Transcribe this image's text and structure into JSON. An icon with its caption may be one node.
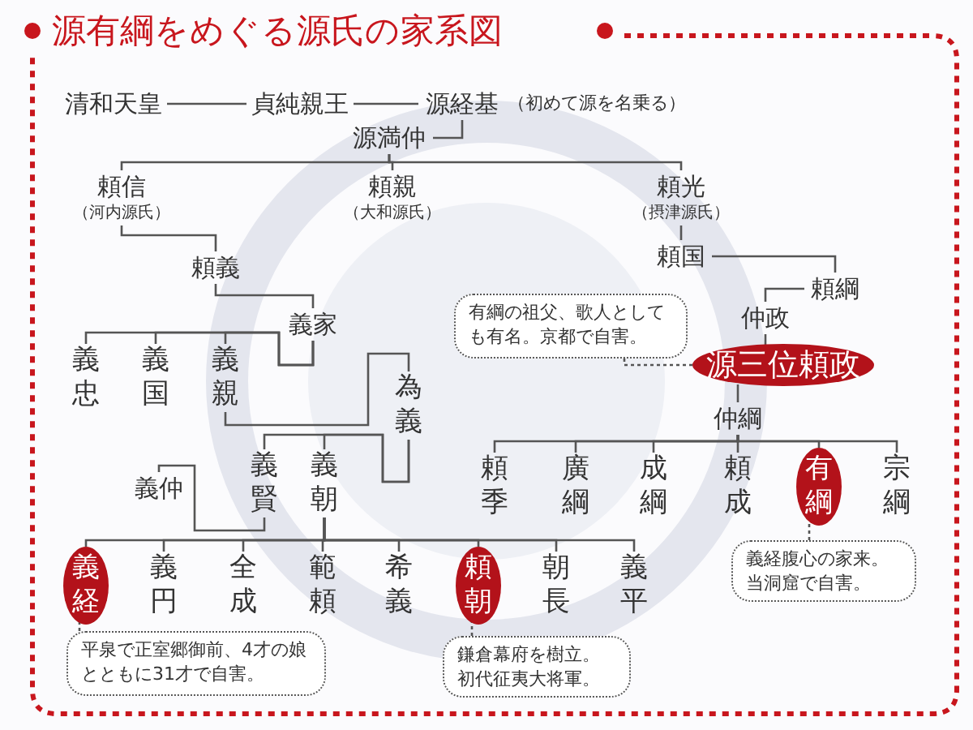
{
  "diagram": {
    "title": "源有綱をめぐる源氏の家系図",
    "nodes": [
      {
        "text": [
          "清和天皇"
        ]
      },
      {
        "text": [
          "貞純親王"
        ]
      },
      {
        "text": [
          "源経基"
        ],
        "beside": [
          "（初めて源を名乗る）"
        ]
      },
      {
        "text": [
          "源満仲"
        ]
      },
      {
        "text": [
          "頼信",
          "（河内源氏）"
        ]
      },
      {
        "text": [
          "頼親",
          "（大和源氏）"
        ]
      },
      {
        "text": [
          "頼光",
          "（摂津源氏）"
        ]
      },
      {
        "text": [
          "頼義"
        ]
      },
      {
        "text": [
          "義家"
        ]
      },
      {
        "text": [
          "義忠"
        ]
      },
      {
        "text": [
          "義国"
        ]
      },
      {
        "text": [
          "義親"
        ]
      },
      {
        "text": [
          "為義"
        ]
      },
      {
        "text": [
          "義仲"
        ]
      },
      {
        "text": [
          "義賢"
        ]
      },
      {
        "text": [
          "義朝"
        ]
      },
      {
        "text": [
          "義経"
        ]
      },
      {
        "text": [
          "義円"
        ]
      },
      {
        "text": [
          "全成"
        ]
      },
      {
        "text": [
          "範頼"
        ]
      },
      {
        "text": [
          "希義"
        ]
      },
      {
        "text": [
          "頼朝"
        ]
      },
      {
        "text": [
          "朝長"
        ]
      },
      {
        "text": [
          "義平"
        ]
      },
      {
        "text": [
          "頼国"
        ]
      },
      {
        "text": [
          "頼綱"
        ]
      },
      {
        "text": [
          "仲政"
        ]
      },
      {
        "text": [
          "源三位頼政"
        ]
      },
      {
        "text": [
          "仲綱"
        ]
      },
      {
        "text": [
          "頼季"
        ]
      },
      {
        "text": [
          "廣綱"
        ]
      },
      {
        "text": [
          "成綱"
        ]
      },
      {
        "text": [
          "頼成"
        ]
      },
      {
        "text": [
          "有綱"
        ]
      },
      {
        "text": [
          "宗綱"
        ]
      },
      {
        "text": [
          "有綱の祖父、歌人としても有名。京都で自害。"
        ]
      },
      {
        "text": [
          "平泉で正室郷御前、4才の娘とともに31才で自害。"
        ]
      },
      {
        "text": [
          "鎌倉幕府を樹立。初代征夷大将軍。"
        ]
      },
      {
        "text": [
          "義経腹心の家来。当洞窟で自害。"
        ]
      }
    ],
    "edges": [
      {
        "from": 0,
        "to": 1,
        "arrow": "none"
      },
      {
        "from": 1,
        "to": 2,
        "arrow": "none"
      },
      {
        "from": 2,
        "to": 3,
        "arrow": "none"
      },
      {
        "from": 3,
        "to": 4,
        "arrow": "none"
      },
      {
        "from": 3,
        "to": 5,
        "arrow": "none"
      },
      {
        "from": 3,
        "to": 6,
        "arrow": "none"
      },
      {
        "from": 4,
        "to": 7,
        "arrow": "none"
      },
      {
        "from": 7,
        "to": 8,
        "arrow": "none"
      },
      {
        "from": 8,
        "to": 9,
        "arrow": "none"
      },
      {
        "from": 8,
        "to": 10,
        "arrow": "none"
      },
      {
        "from": 8,
        "to": 11,
        "arrow": "none"
      },
      {
        "from": 11,
        "to": 12,
        "arrow": "none"
      },
      {
        "from": 12,
        "to": 14,
        "arrow": "none"
      },
      {
        "from": 12,
        "to": 15,
        "arrow": "none"
      },
      {
        "from": 14,
        "to": 13,
        "arrow": "none"
      },
      {
        "from": 15,
        "to": 16,
        "arrow": "none"
      },
      {
        "from": 15,
        "to": 17,
        "arrow": "none"
      },
      {
        "from": 15,
        "to": 18,
        "arrow": "none"
      },
      {
        "from": 15,
        "to": 19,
        "arrow": "none"
      },
      {
        "from": 15,
        "to": 20,
        "arrow": "none"
      },
      {
        "from": 15,
        "to": 21,
        "arrow": "none"
      },
      {
        "from": 15,
        "to": 22,
        "arrow": "none"
      },
      {
        "from": 15,
        "to": 23,
        "arrow": "none"
      },
      {
        "from": 6,
        "to": 24,
        "arrow": "none"
      },
      {
        "from": 24,
        "to": 25,
        "arrow": "none"
      },
      {
        "from": 25,
        "to": 26,
        "arrow": "none"
      },
      {
        "from": 26,
        "to": 27,
        "arrow": "none"
      },
      {
        "from": 27,
        "to": 28,
        "arrow": "none"
      },
      {
        "from": 28,
        "to": 29,
        "arrow": "none"
      },
      {
        "from": 28,
        "to": 30,
        "arrow": "none"
      },
      {
        "from": 28,
        "to": 31,
        "arrow": "none"
      },
      {
        "from": 28,
        "to": 32,
        "arrow": "none"
      },
      {
        "from": 28,
        "to": 33,
        "arrow": "none"
      },
      {
        "from": 28,
        "to": 34,
        "arrow": "none"
      },
      {
        "from": 35,
        "to": 27,
        "arrow": "none",
        "style": "dashed"
      },
      {
        "from": 38,
        "to": 33,
        "arrow": "none",
        "style": "dashed"
      },
      {
        "from": 36,
        "to": 16,
        "arrow": "none",
        "style": "dashed"
      },
      {
        "from": 37,
        "to": 21,
        "arrow": "none",
        "style": "dashed"
      }
    ]
  }
}
